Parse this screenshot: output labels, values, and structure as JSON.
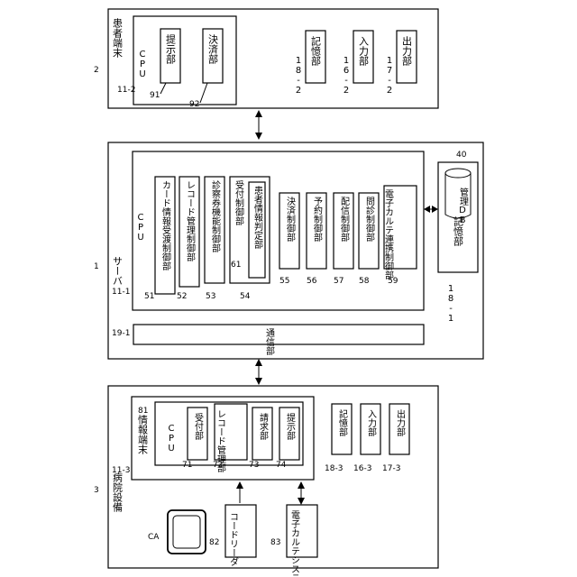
{
  "patient_terminal": {
    "ref": "2",
    "title": "患者端末",
    "cpu_ref": "11-2",
    "cpu_label": "CPU",
    "units": [
      {
        "ref": "91",
        "label": "提示部"
      },
      {
        "ref": "92",
        "label": "決済部"
      }
    ],
    "memory": {
      "ref": "18-2",
      "label": "記憶部"
    },
    "input": {
      "ref": "16-2",
      "label": "入力部"
    },
    "output": {
      "ref": "17-2",
      "label": "出力部"
    }
  },
  "server": {
    "ref": "1",
    "title": "サーバ",
    "cpu_ref": "11-1",
    "cpu_label": "CPU",
    "units": [
      {
        "ref": "51",
        "label": "カード情報受渡制御部"
      },
      {
        "ref": "52",
        "label": "レコード管理制御部"
      },
      {
        "ref": "53",
        "label": "診察券機能制御部"
      },
      {
        "ref": "54",
        "label": "受付制御部"
      },
      {
        "ref": "55",
        "label": "決済制御部"
      },
      {
        "ref": "56",
        "label": "予約制御部"
      },
      {
        "ref": "57",
        "label": "配信制御部"
      },
      {
        "ref": "58",
        "label": "問診制御部"
      },
      {
        "ref": "59",
        "label": "電子カルテ連携制御部"
      }
    ],
    "sub_unit": {
      "ref": "61",
      "label": "患者情報判定部"
    },
    "storage": {
      "ref": "18-1",
      "label": "記憶部",
      "db_ref": "40",
      "db_label": "管理DB"
    },
    "comm": {
      "ref": "19-1",
      "label": "通信部"
    }
  },
  "hospital": {
    "ref": "3",
    "title": "病院設備",
    "terminal": {
      "ref": "81",
      "title": "情報端末",
      "cpu_ref": "11-3",
      "cpu_label": "CPU",
      "units": [
        {
          "ref": "71",
          "label": "受付部"
        },
        {
          "ref": "72",
          "label": "レコード管理部"
        },
        {
          "ref": "73",
          "label": "請求部"
        },
        {
          "ref": "74",
          "label": "提示部"
        }
      ],
      "memory": {
        "ref": "18-3",
        "label": "記憶部"
      },
      "input": {
        "ref": "16-3",
        "label": "入力部"
      },
      "output": {
        "ref": "17-3",
        "label": "出力部"
      }
    },
    "card": {
      "ref": "CA"
    },
    "reader": {
      "ref": "82",
      "label": "コードリーダ"
    },
    "emr": {
      "ref": "83",
      "label": "電子カルテシステム"
    }
  }
}
